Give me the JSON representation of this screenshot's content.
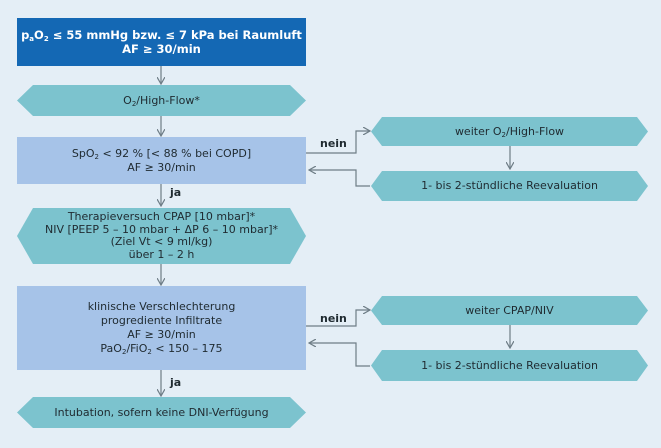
{
  "nodes": {
    "start": {
      "line1_pre": "p",
      "line1_sub_a": "a",
      "line1_mid": "O",
      "line1_sub_2": "2",
      "line1_post": " ≤ 55 mmHg bzw. ≤ 7 kPa bei Raumluft",
      "line2": "AF ≥ 30/min"
    },
    "o2_highflow": {
      "pre": "O",
      "sub": "2",
      "post": "/High-Flow*"
    },
    "spo2_check": {
      "line1_pre": "SpO",
      "line1_sub": "2",
      "line1_post": " < 92 % [< 88 % bei COPD]",
      "line2": "AF ≥ 30/min"
    },
    "weiter_o2": {
      "pre": "weiter O",
      "sub": "2",
      "post": "/High-Flow"
    },
    "reeval_1": {
      "text": "1- bis 2-stündliche Reevaluation"
    },
    "therapie": {
      "line1": "Therapieversuch CPAP [10 mbar]*",
      "line2": "NIV [PEEP 5 – 10 mbar + ΔP 6 – 10 mbar]*",
      "line3": "(Ziel Vt < 9 ml/kg)",
      "line4": "über 1 – 2 h"
    },
    "klinisch": {
      "line1": "klinische Verschlechterung",
      "line2": "progrediente Infiltrate",
      "line3": "AF ≥ 30/min",
      "line4_pre": "PaO",
      "line4_sub_a": "2",
      "line4_mid": "/FiO",
      "line4_sub_b": "2",
      "line4_post": " < 150 – 175"
    },
    "weiter_cpap": {
      "text": "weiter CPAP/NIV"
    },
    "reeval_2": {
      "text": "1- bis 2-stündliche Reevaluation"
    },
    "intubation": {
      "text": "Intubation, sofern keine DNI-Verfügung"
    }
  },
  "edge_labels": {
    "nein_1": "nein",
    "ja_1": "ja",
    "nein_2": "nein",
    "ja_2": "ja"
  },
  "colors": {
    "dark_box": "#1468b4",
    "light_box": "#a6c3e8",
    "hex_box": "#7cc3ce",
    "background": "#e4eef6",
    "arrow": "#6e7d86"
  }
}
